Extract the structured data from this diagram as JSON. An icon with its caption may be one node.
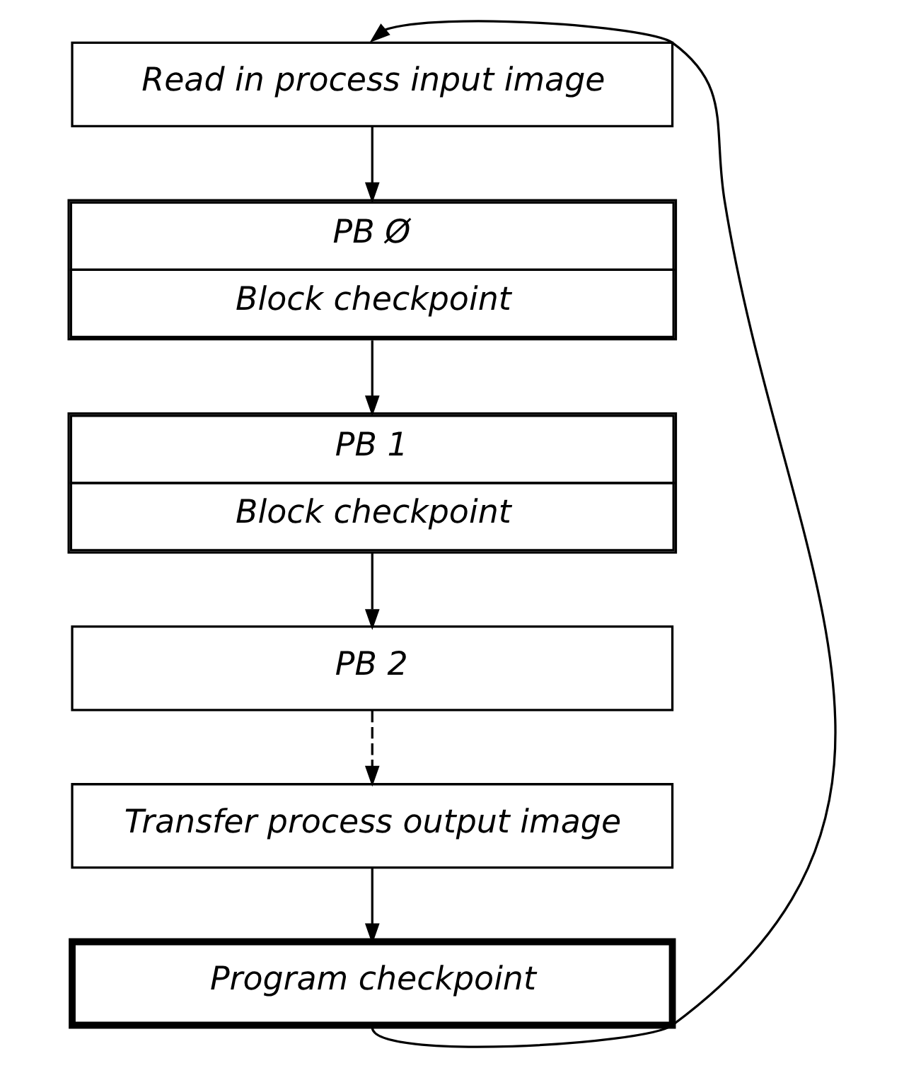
{
  "diagram": {
    "nodes": [
      {
        "text": [
          "Read in process input image"
        ]
      },
      {
        "text": [
          "PB Ø",
          "Block checkpoint"
        ]
      },
      {
        "text": [
          "PB 1",
          "Block checkpoint"
        ]
      },
      {
        "text": [
          "PB 2"
        ]
      },
      {
        "text": [
          "Transfer process output image"
        ]
      },
      {
        "text": [
          "Program checkpoint"
        ]
      }
    ],
    "edges": [
      {
        "from": 0,
        "to": 1,
        "arrow": "to"
      },
      {
        "from": 1,
        "to": 2,
        "arrow": "to"
      },
      {
        "from": 2,
        "to": 3,
        "arrow": "to"
      },
      {
        "from": 3,
        "to": 4,
        "arrow": "to",
        "style": "dashed"
      },
      {
        "from": 4,
        "to": 5,
        "arrow": "to"
      },
      {
        "from": 5,
        "to": 0,
        "arrow": "to"
      }
    ]
  }
}
